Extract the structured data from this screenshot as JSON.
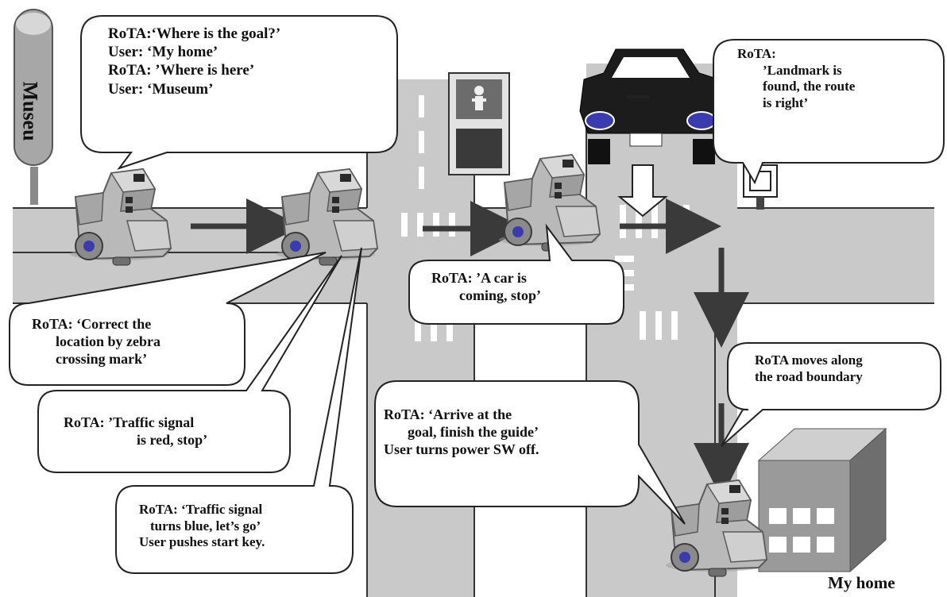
{
  "landmark_museum": "Museu",
  "landmark_home": "My home",
  "bubbles": {
    "start_dialogue": [
      "RoTA:‘Where  is the goal?’",
      "User: ‘My home’",
      "RoTA: ’Where is here’",
      "User: ‘Museum’"
    ],
    "landmark_found": [
      "RoTA:",
      "’Landmark is",
      "found, the route",
      "is right’"
    ],
    "car_coming": [
      "RoTA: ’A car is",
      "coming, stop’"
    ],
    "zebra_correction": [
      "RoTA: ‘Correct the",
      "location by zebra",
      "crossing mark’"
    ],
    "signal_red": [
      "RoTA:  ’Traffic signal",
      "is red, stop’"
    ],
    "signal_blue": [
      "RoTA: ‘Traffic signal",
      "turns blue, let’s go’",
      "User pushes start key."
    ],
    "arrive_goal": [
      "RoTA: ‘Arrive at the",
      "goal, finish the guide’",
      "User turns power SW off."
    ],
    "road_boundary": [
      "RoTA moves along",
      "the road boundary"
    ]
  },
  "colors": {
    "road": "#c9c9c9",
    "road_edge": "#333333",
    "arrow": "#3a3a3a",
    "robot_body": "#b8b8b8",
    "robot_wheel": "#3b3bb0",
    "car_body": "#1a1a1a",
    "building_front": "#9a9a9a",
    "building_top": "#cfcfcf",
    "building_side": "#6e6e6e"
  },
  "icons": [
    "robot-icon",
    "car-icon",
    "traffic-signal-icon",
    "landmark-sign-icon",
    "museum-pillar-icon",
    "home-building-icon"
  ]
}
